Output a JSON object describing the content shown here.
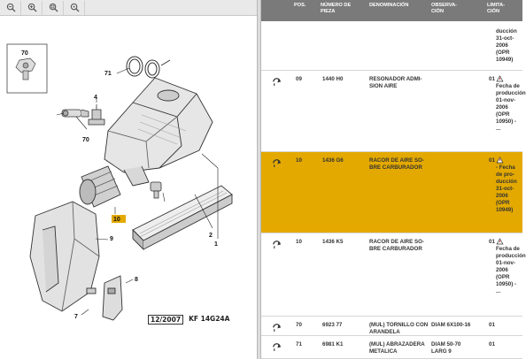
{
  "toolbar": {
    "buttons": [
      {
        "icon": "zoom-out-icon"
      },
      {
        "icon": "zoom-in-icon"
      },
      {
        "icon": "zoom-fit-icon"
      },
      {
        "icon": "zoom-reset-icon"
      }
    ]
  },
  "diagram": {
    "callouts": [
      "70",
      "71",
      "4",
      "70",
      "1",
      "10",
      "9",
      "2",
      "8",
      "7"
    ],
    "stamp_date": "12/2007",
    "stamp_code": "KF 14G24A"
  },
  "table": {
    "headers": {
      "pos": "POS.",
      "num": "NÚMERO DE PIEZA",
      "desc": "DENOMINACIÓN",
      "obs": "OBSERVA-CIÓN",
      "lim": "LIMITA-CIÓN"
    },
    "rows": [
      {
        "pos": "",
        "num": "",
        "desc": "",
        "obs": "",
        "qty": "",
        "warn": false,
        "lim": "ducción 31-oct-2006 (OPR 10949)",
        "selected": false
      },
      {
        "pos": "09",
        "num": "1440 H0",
        "desc": "RESONADOR ADMI-SION AIRE",
        "obs": "",
        "qty": "01",
        "warn": true,
        "lim": "Fecha de producción 01-nov-2006 (OPR 10950) - ...",
        "selected": false
      },
      {
        "pos": "10",
        "num": "1436 G6",
        "desc": "RACOR DE AIRE SO-BRE CARBURADOR",
        "obs": "",
        "qty": "01",
        "warn": true,
        "lim": "- Fecha de pro-ducción 31-oct-2006 (OPR 10949)",
        "selected": true
      },
      {
        "pos": "10",
        "num": "1436 K5",
        "desc": "RACOR DE AIRE SO-BRE CARBURADOR",
        "obs": "",
        "qty": "01",
        "warn": true,
        "lim": "Fecha de producción 01-nov-2006 (OPR 10950) - ...",
        "selected": false
      },
      {
        "pos": "70",
        "num": "6923 77",
        "desc": "(MUL) TORNILLO CON ARANDELA",
        "obs": "DIAM 6X100-16",
        "qty": "01",
        "warn": false,
        "lim": "",
        "selected": false
      },
      {
        "pos": "71",
        "num": "6981 K1",
        "desc": "(MUL) ABRAZADERA METALICA",
        "obs": "DIAM 50-70 LARG 9",
        "qty": "01",
        "warn": false,
        "lim": "",
        "selected": false
      }
    ]
  },
  "colors": {
    "header_bg": "#7a7a7a",
    "selected_row": "#e3a900"
  }
}
